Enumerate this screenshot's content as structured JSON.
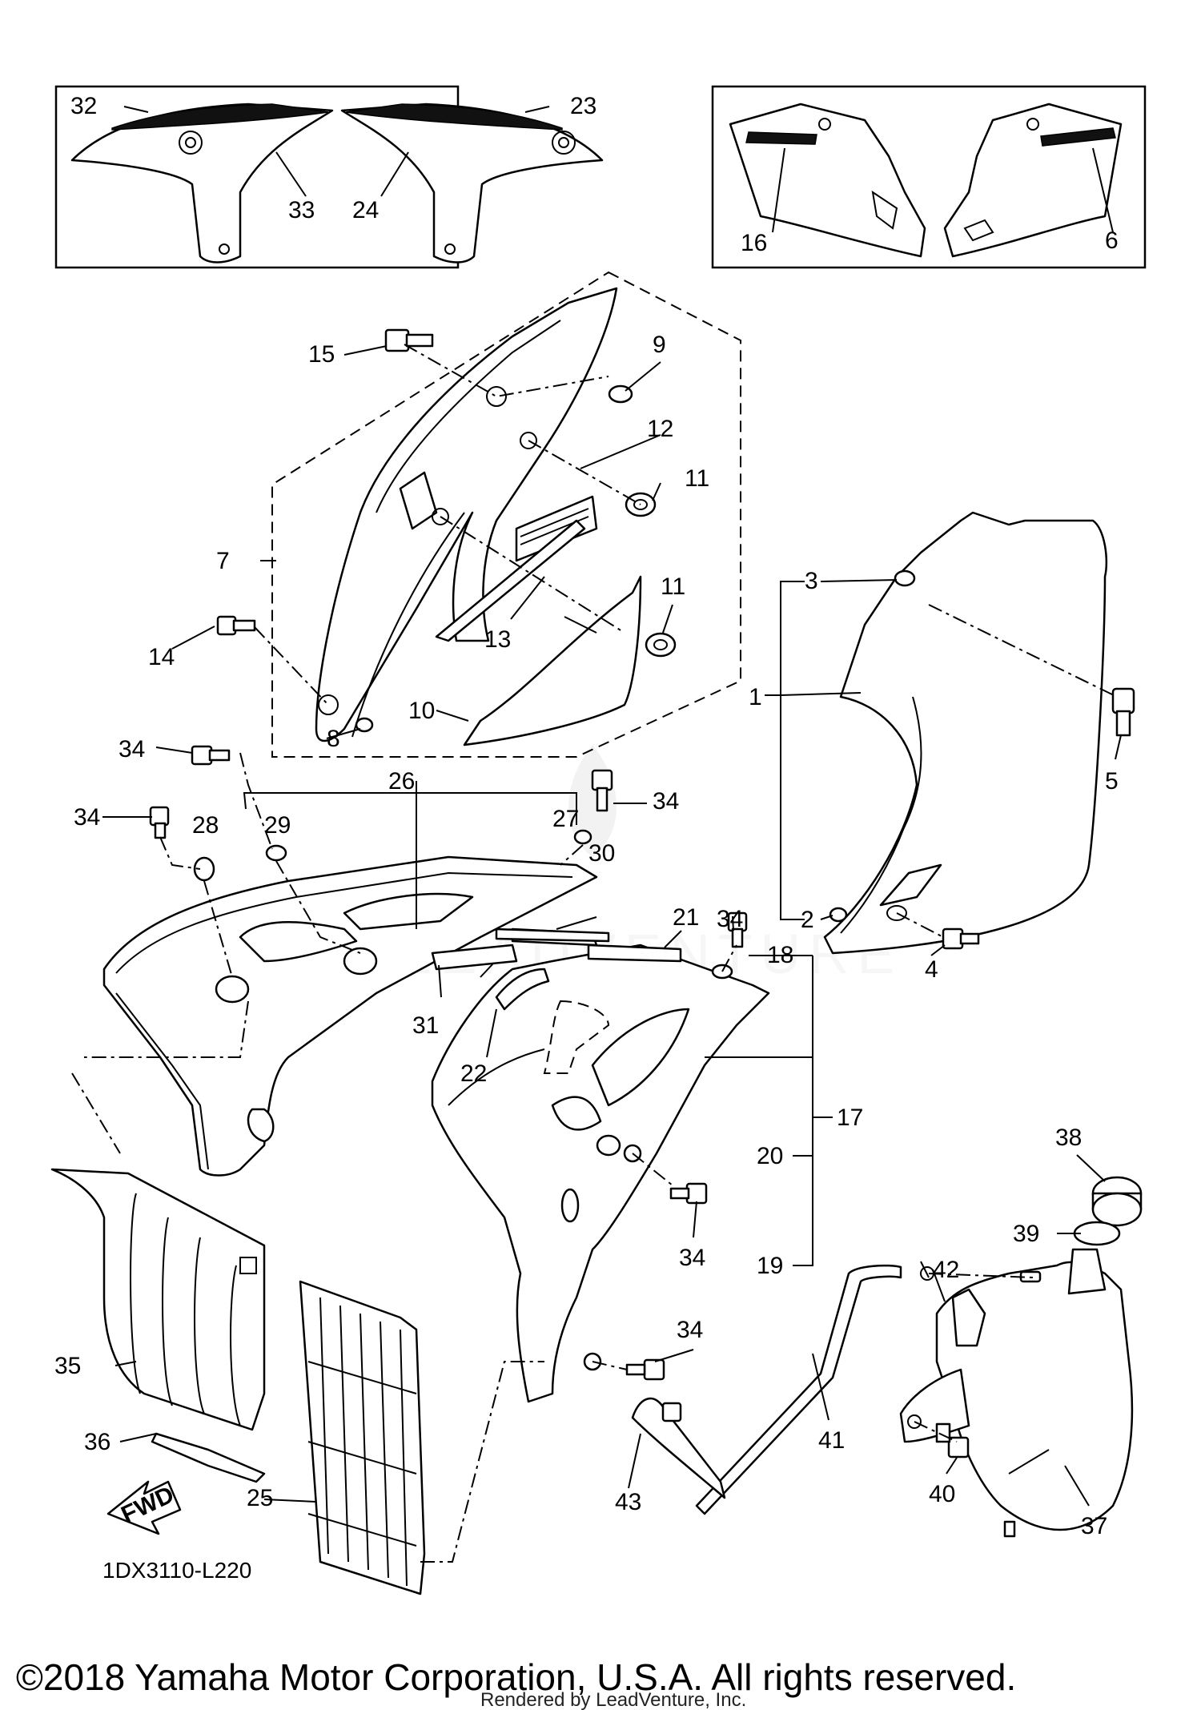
{
  "diagram": {
    "callouts": [
      {
        "id": "c1",
        "label": "1"
      },
      {
        "id": "c2",
        "label": "2"
      },
      {
        "id": "c3",
        "label": "3"
      },
      {
        "id": "c4",
        "label": "4"
      },
      {
        "id": "c5",
        "label": "5"
      },
      {
        "id": "c6",
        "label": "6"
      },
      {
        "id": "c7",
        "label": "7"
      },
      {
        "id": "c8",
        "label": "8"
      },
      {
        "id": "c9",
        "label": "9"
      },
      {
        "id": "c10",
        "label": "10"
      },
      {
        "id": "c11a",
        "label": "11"
      },
      {
        "id": "c11b",
        "label": "11"
      },
      {
        "id": "c12",
        "label": "12"
      },
      {
        "id": "c13",
        "label": "13"
      },
      {
        "id": "c14",
        "label": "14"
      },
      {
        "id": "c15",
        "label": "15"
      },
      {
        "id": "c16",
        "label": "16"
      },
      {
        "id": "c17",
        "label": "17"
      },
      {
        "id": "c18",
        "label": "18"
      },
      {
        "id": "c19",
        "label": "19"
      },
      {
        "id": "c20",
        "label": "20"
      },
      {
        "id": "c21",
        "label": "21"
      },
      {
        "id": "c22",
        "label": "22"
      },
      {
        "id": "c23",
        "label": "23"
      },
      {
        "id": "c24",
        "label": "24"
      },
      {
        "id": "c25",
        "label": "25"
      },
      {
        "id": "c26",
        "label": "26"
      },
      {
        "id": "c27",
        "label": "27"
      },
      {
        "id": "c28",
        "label": "28"
      },
      {
        "id": "c29",
        "label": "29"
      },
      {
        "id": "c30",
        "label": "30"
      },
      {
        "id": "c31",
        "label": "31"
      },
      {
        "id": "c32",
        "label": "32"
      },
      {
        "id": "c33",
        "label": "33"
      },
      {
        "id": "c34a",
        "label": "34"
      },
      {
        "id": "c34b",
        "label": "34"
      },
      {
        "id": "c34c",
        "label": "34"
      },
      {
        "id": "c34d",
        "label": "34"
      },
      {
        "id": "c34e",
        "label": "34"
      },
      {
        "id": "c34f",
        "label": "34"
      },
      {
        "id": "c35",
        "label": "35"
      },
      {
        "id": "c36",
        "label": "36"
      },
      {
        "id": "c37",
        "label": "37"
      },
      {
        "id": "c38",
        "label": "38"
      },
      {
        "id": "c39",
        "label": "39"
      },
      {
        "id": "c40",
        "label": "40"
      },
      {
        "id": "c41",
        "label": "41"
      },
      {
        "id": "c42",
        "label": "42"
      },
      {
        "id": "c43",
        "label": "43"
      }
    ],
    "direction_badge": "FWD",
    "diagram_code": "1DX3110-L220"
  },
  "footer": {
    "copyright": "©2018 Yamaha Motor Corporation, U.S.A. All rights reserved.",
    "rendered_by": "Rendered by LeadVenture, Inc."
  },
  "colors": {
    "line": "#000000",
    "background": "#ffffff",
    "watermark": "#e6e6e6"
  }
}
